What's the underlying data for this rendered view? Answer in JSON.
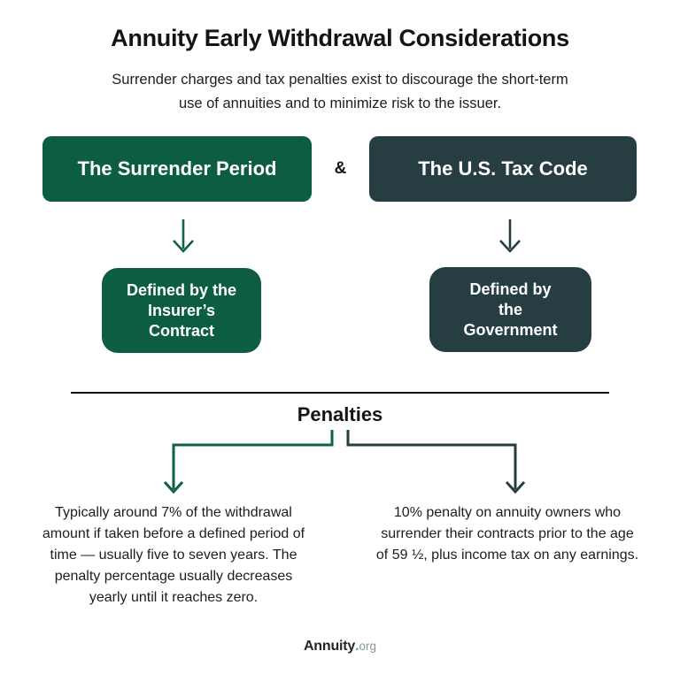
{
  "page": {
    "title": "Annuity Early Withdrawal Considerations",
    "subtitle": "Surrender charges and tax penalties exist to discourage the short-term\nuse of annuities and to minimize risk to the issuer."
  },
  "colors": {
    "brand_green": "#0d5c44",
    "brand_slate": "#263e42",
    "text_dark": "#17191c",
    "logo_dot_green": "#56b94a",
    "logo_suffix_gray": "#8d9296"
  },
  "comparison": {
    "left_box": "The Surrender Period",
    "ampersand": "&",
    "right_box": "The U.S. Tax Code",
    "left_result": "Defined by the\nInsurer’s\nContract",
    "right_result": "Defined by\nthe\nGovernment"
  },
  "penalties": {
    "heading": "Penalties",
    "left_text": "Typically around 7% of the withdrawal\namount if taken before a defined period of\ntime — usually five to seven years. The\npenalty percentage usually decreases\nyearly until it reaches zero.",
    "right_text": "10% penalty on annuity owners who\nsurrender their contracts prior to the age\nof 59 ½, plus income tax on any earnings."
  },
  "footer": {
    "logo_name": "Annuity",
    "logo_dot": ".",
    "logo_suffix": "org"
  }
}
